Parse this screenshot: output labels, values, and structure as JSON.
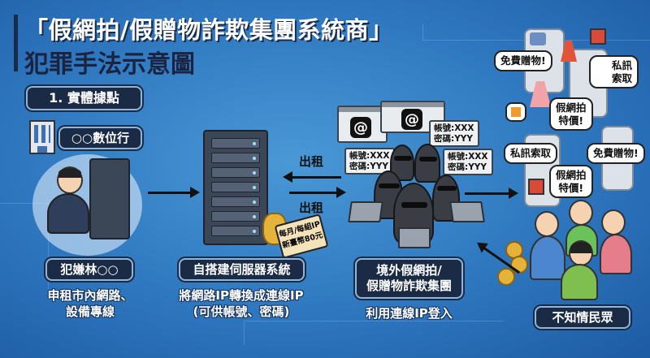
{
  "title": {
    "line1": "「假網拍/假贈物詐欺集團系統商」",
    "line2": "犯罪手法示意圖"
  },
  "section_label": "1. 實體據點",
  "location_label": "○○數位行",
  "suspect": {
    "label": "犯嫌林○○",
    "desc_line1": "申租市內網路、",
    "desc_line2": "設備專線"
  },
  "server": {
    "label": "自搭建伺服器系統",
    "desc_line1": "將網路IP轉換成連線IP",
    "desc_line2": "(可供帳號、密碼)"
  },
  "rent": {
    "top_label": "出租",
    "bottom_label": "出租",
    "price_line1": "每月/每組IP",
    "price_line2": "新臺幣80元"
  },
  "gang": {
    "label_line1": "境外假網拍/",
    "label_line2": "假贈物詐欺集團",
    "desc": "利用連線IP登入",
    "accounts": [
      {
        "user": "帳號:XXX",
        "pass": "密碼:YYY"
      },
      {
        "user": "帳號:XXX",
        "pass": "密碼:YYY"
      },
      {
        "user": "帳號:XXX",
        "pass": "密碼:YYY"
      }
    ],
    "app_icon": "threads-icon"
  },
  "bubbles": {
    "free_gift_1": "免費贈物!",
    "dm_1_line1": "私訊",
    "dm_1_line2": "索取",
    "fake_sale_1_line1": "假網拍",
    "fake_sale_1_line2": "特價!",
    "dm_2": "私訊索取",
    "free_gift_2": "免費贈物!",
    "fake_sale_2_line1": "假網拍",
    "fake_sale_2_line2": "特價!"
  },
  "public": {
    "label": "不知情民眾"
  },
  "colors": {
    "background": "#2e77bf",
    "label_bg": "#1b2a45",
    "title_dark": "#1a2340"
  }
}
